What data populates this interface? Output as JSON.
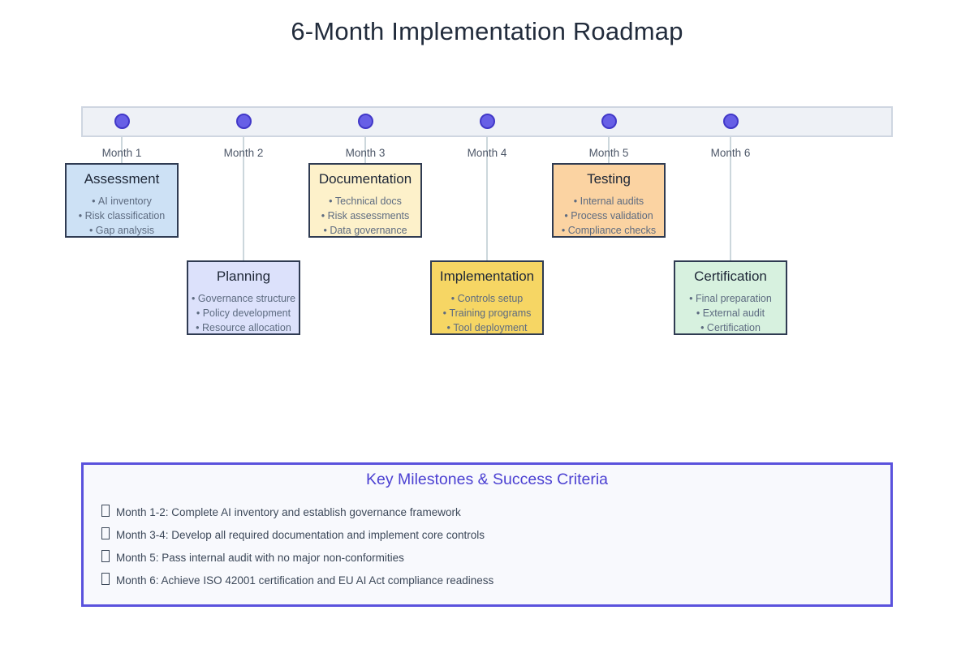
{
  "page": {
    "title": "6-Month Implementation Roadmap"
  },
  "timeline": {
    "months": [
      "Month 1",
      "Month 2",
      "Month 3",
      "Month 4",
      "Month 5",
      "Month 6"
    ]
  },
  "phases": [
    {
      "name": "Assessment",
      "month": "Month 1",
      "row": "top",
      "fill_color": "#cde1f5",
      "items": [
        "AI inventory",
        "Risk classification",
        "Gap analysis"
      ]
    },
    {
      "name": "Planning",
      "month": "Month 2",
      "row": "bottom",
      "fill_color": "#dce1fb",
      "items": [
        "Governance structure",
        "Policy development",
        "Resource allocation"
      ]
    },
    {
      "name": "Documentation",
      "month": "Month 3",
      "row": "top",
      "fill_color": "#fdf1ca",
      "items": [
        "Technical docs",
        "Risk assessments",
        "Data governance"
      ]
    },
    {
      "name": "Implementation",
      "month": "Month 4",
      "row": "bottom",
      "fill_color": "#f6d664",
      "items": [
        "Controls setup",
        "Training programs",
        "Tool deployment"
      ]
    },
    {
      "name": "Testing",
      "month": "Month 5",
      "row": "top",
      "fill_color": "#fbd3a2",
      "items": [
        "Internal audits",
        "Process validation",
        "Compliance checks"
      ]
    },
    {
      "name": "Certification",
      "month": "Month 6",
      "row": "bottom",
      "fill_color": "#d7f1df",
      "items": [
        "Final preparation",
        "External audit",
        "Certification"
      ]
    }
  ],
  "milestones": {
    "title": "Key Milestones & Success Criteria",
    "items": [
      "Month 1-2: Complete AI inventory and establish governance framework",
      "Month 3-4: Develop all required documentation and implement core controls",
      "Month 5: Pass internal audit with no major non-conformities",
      "Month 6: Achieve ISO 42001 certification and EU AI Act compliance readiness"
    ]
  },
  "colors": {
    "title_text": "#222c3c",
    "timeline_fill": "#eef1f6",
    "timeline_border": "#cfd6e1",
    "dot_fill": "#675fe6",
    "dot_border": "#4138c8",
    "connector": "#ccd7dc",
    "phase_border": "#2f3b52",
    "phase_title_text": "#1d2636",
    "phase_item_text": "#5d6b80",
    "month_label_text": "#4d5768",
    "milestones_border": "#5a52dd",
    "milestones_fill": "#f8f9fd",
    "milestones_title_text": "#4b40d2",
    "milestones_item_text": "#3c4859"
  }
}
